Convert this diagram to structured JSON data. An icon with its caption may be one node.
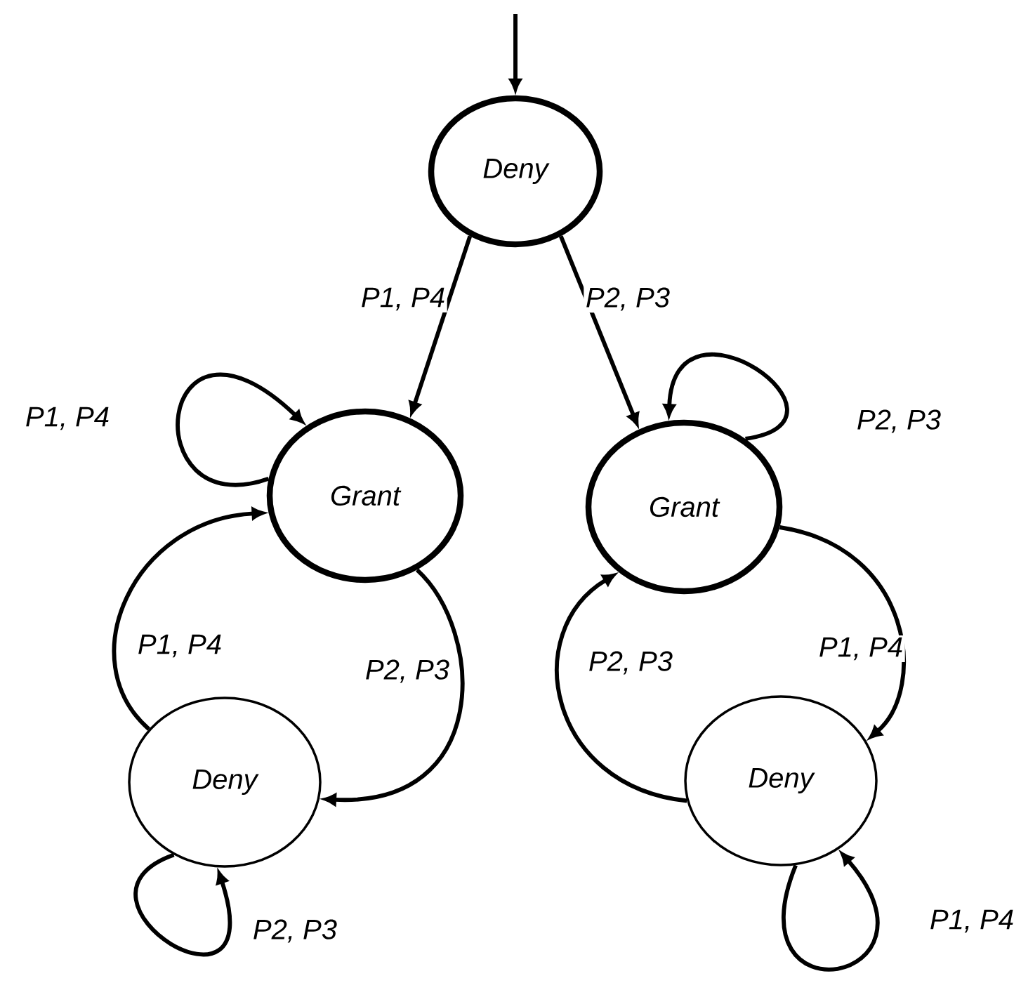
{
  "diagram": {
    "nodes": [
      {
        "text": [
          "Deny"
        ]
      },
      {
        "text": [
          "Grant"
        ]
      },
      {
        "text": [
          "Grant"
        ]
      },
      {
        "text": [
          "Deny"
        ]
      },
      {
        "text": [
          "Deny"
        ]
      }
    ],
    "edges": [
      {
        "from": null,
        "to": 0,
        "arrow": "to"
      },
      {
        "from": 0,
        "to": 1,
        "arrow": "to",
        "label": "P1, P4"
      },
      {
        "from": 0,
        "to": 2,
        "arrow": "to",
        "label": "P2, P3"
      },
      {
        "from": 1,
        "to": 1,
        "arrow": "to",
        "label": "P1, P4"
      },
      {
        "from": 2,
        "to": 2,
        "arrow": "to",
        "label": "P2, P3"
      },
      {
        "from": 1,
        "to": 3,
        "arrow": "to",
        "label": "P2, P3"
      },
      {
        "from": 3,
        "to": 1,
        "arrow": "to",
        "label": "P1, P4"
      },
      {
        "from": 2,
        "to": 4,
        "arrow": "to",
        "label": "P1, P4"
      },
      {
        "from": 4,
        "to": 2,
        "arrow": "to",
        "label": "P2, P3"
      },
      {
        "from": 3,
        "to": 3,
        "arrow": "to",
        "label": "P2, P3"
      },
      {
        "from": 4,
        "to": 4,
        "arrow": "to",
        "label": "P1, P4"
      }
    ]
  }
}
